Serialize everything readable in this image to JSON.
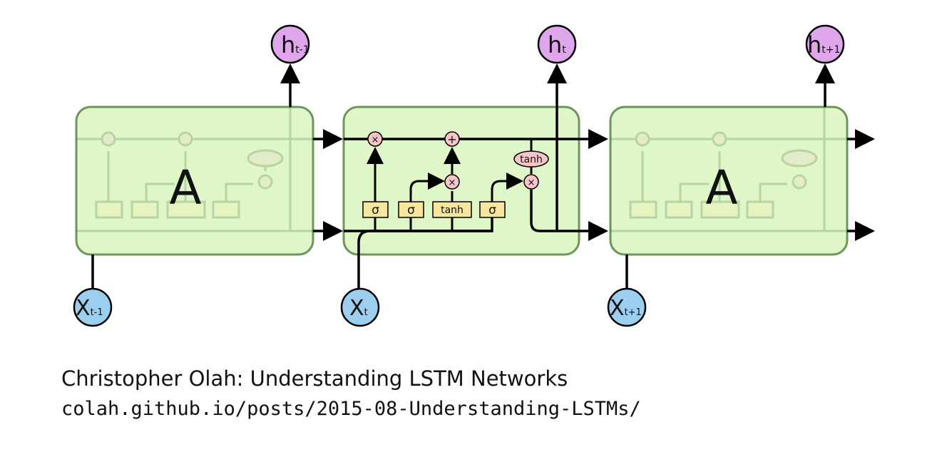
{
  "cells": [
    {
      "label": "A",
      "input": {
        "main": "X",
        "sub": "t-1"
      },
      "output": {
        "main": "h",
        "sub": "t-1"
      }
    },
    {
      "label": "",
      "input": {
        "main": "X",
        "sub": "t"
      },
      "output": {
        "main": "h",
        "sub": "t"
      }
    },
    {
      "label": "A",
      "input": {
        "main": "X",
        "sub": "t+1"
      },
      "output": {
        "main": "h",
        "sub": "t+1"
      }
    }
  ],
  "operators": {
    "multiply": "×",
    "add": "+"
  },
  "gates": {
    "sigma": "σ",
    "tanh": "tanh"
  },
  "colors": {
    "cell_fill": "#dff7c8",
    "cell_stroke": "#6e955a",
    "output_node": "#dfa6ec",
    "input_node": "#9ccef0",
    "gate_box": "#f8e6a0",
    "pointwise_op": "#f7c5c8"
  },
  "caption": {
    "title": "Christopher Olah: Understanding LSTM Networks",
    "url": "colah.github.io/posts/2015-08-Understanding-LSTMs/"
  }
}
